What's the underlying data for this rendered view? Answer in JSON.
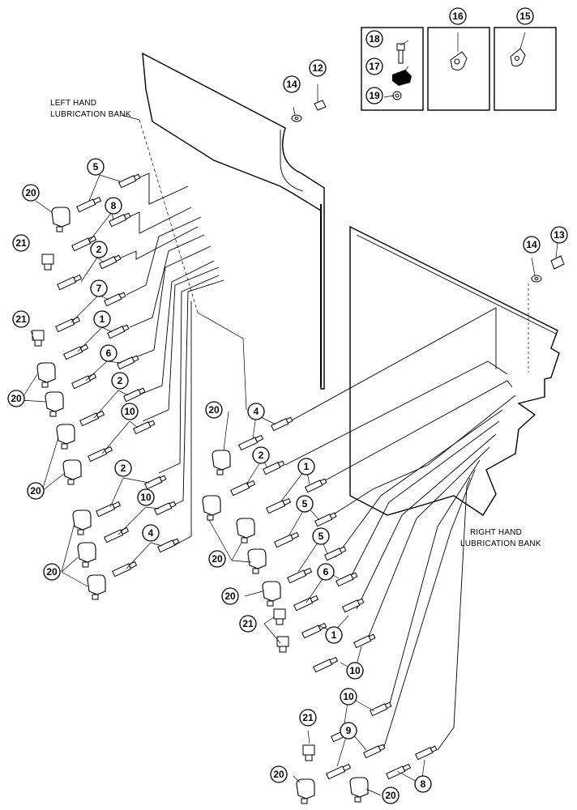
{
  "labels": {
    "left_bank": [
      "LEFT HAND",
      "LUBRICATION BANK"
    ],
    "right_bank": [
      "RIGHT HAND",
      "LUBRICATION BANK"
    ]
  },
  "inset_boxes": [
    {
      "number": "16"
    },
    {
      "number": "15"
    }
  ],
  "callouts": [
    "1",
    "2",
    "4",
    "5",
    "6",
    "7",
    "8",
    "9",
    "10",
    "12",
    "13",
    "14",
    "15",
    "16",
    "17",
    "18",
    "19",
    "20",
    "21"
  ]
}
